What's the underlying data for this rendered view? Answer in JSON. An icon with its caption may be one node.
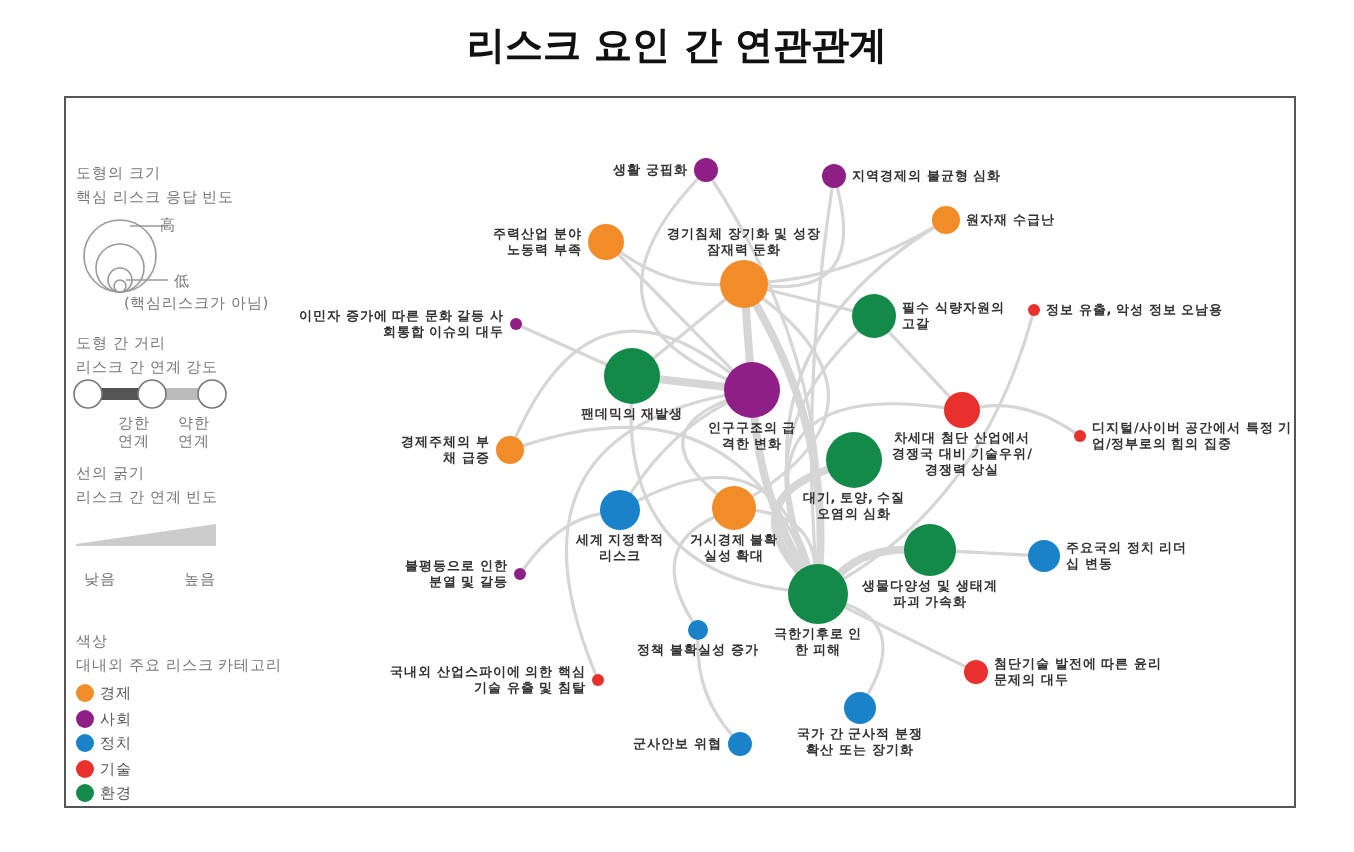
{
  "diagram": {
    "title": "리스크 요인 간 연관관계",
    "nodes": [
      {
        "text": [
          "생활 궁핍화"
        ]
      },
      {
        "text": [
          "지역경제의 불균형 심화"
        ]
      },
      {
        "text": [
          "주력산업 분야 노동력 부족"
        ]
      },
      {
        "text": [
          "경기침체 장기화 및 성장잠재력 둔화"
        ]
      },
      {
        "text": [
          "원자재 수급난"
        ]
      },
      {
        "text": [
          "이민자 증가에 따른 문화 갈등 사회통합 이슈의 대두"
        ]
      },
      {
        "text": [
          "필수 식량자원의 고갈"
        ]
      },
      {
        "text": [
          "정보 유출, 악성 정보 오남용"
        ]
      },
      {
        "text": [
          "팬데믹의 재발생"
        ]
      },
      {
        "text": [
          "인구구조의 급격한 변화"
        ]
      },
      {
        "text": [
          "경제주체의 부채 급증"
        ]
      },
      {
        "text": [
          "차세대 첨단 산업에서 경쟁국 대비 기술우위/경쟁력 상실"
        ]
      },
      {
        "text": [
          "디지털/사이버 공간에서 특정 기업/정부로의 힘의 집중"
        ]
      },
      {
        "text": [
          "대기, 토양, 수질 오염의 심화"
        ]
      },
      {
        "text": [
          "세계 지정학적 리스크"
        ]
      },
      {
        "text": [
          "거시경제 불확실성 확대"
        ]
      },
      {
        "text": [
          "불평등으로 인한 분열 및 갈등"
        ]
      },
      {
        "text": [
          "생물다양성 및 생태계 파괴 가속화"
        ]
      },
      {
        "text": [
          "주요국의 정치 리더십 변동"
        ]
      },
      {
        "text": [
          "극한기후로 인한 피해"
        ]
      },
      {
        "text": [
          "정책 불확실성 증가"
        ]
      },
      {
        "text": [
          "첨단기술 발전에 따른 윤리 문제의 대두"
        ]
      },
      {
        "text": [
          "국내외 산업스파이에 의한 핵심기술 유출 및 침탈"
        ]
      },
      {
        "text": [
          "국가 간 군사적 분쟁 확산 또는 장기화"
        ]
      },
      {
        "text": [
          "군사안보 위협"
        ]
      }
    ],
    "edges": [
      {
        "from": 0,
        "to": 9,
        "arrow": "none"
      },
      {
        "from": 0,
        "to": 19,
        "arrow": "none"
      },
      {
        "from": 1,
        "to": 3,
        "arrow": "none"
      },
      {
        "from": 1,
        "to": 19,
        "arrow": "none"
      },
      {
        "from": 2,
        "to": 3,
        "arrow": "none"
      },
      {
        "from": 2,
        "to": 9,
        "arrow": "none"
      },
      {
        "from": 3,
        "to": 9,
        "arrow": "none",
        "style": "thick"
      },
      {
        "from": 3,
        "to": 19,
        "arrow": "none",
        "style": "thick"
      },
      {
        "from": 3,
        "to": 6,
        "arrow": "none"
      },
      {
        "from": 3,
        "to": 15,
        "arrow": "none"
      },
      {
        "from": 4,
        "to": 3,
        "arrow": "none"
      },
      {
        "from": 4,
        "to": 19,
        "arrow": "none"
      },
      {
        "from": 5,
        "to": 8,
        "arrow": "none"
      },
      {
        "from": 6,
        "to": 19,
        "arrow": "none"
      },
      {
        "from": 6,
        "to": 11,
        "arrow": "none"
      },
      {
        "from": 7,
        "to": 19,
        "arrow": "none"
      },
      {
        "from": 8,
        "to": 9,
        "arrow": "none",
        "style": "thick"
      },
      {
        "from": 8,
        "to": 19,
        "arrow": "none"
      },
      {
        "from": 8,
        "to": 3,
        "arrow": "none"
      },
      {
        "from": 9,
        "to": 19,
        "arrow": "none",
        "style": "thick"
      },
      {
        "from": 9,
        "to": 15,
        "arrow": "none"
      },
      {
        "from": 10,
        "to": 9,
        "arrow": "none"
      },
      {
        "from": 10,
        "to": 19,
        "arrow": "none"
      },
      {
        "from": 11,
        "to": 19,
        "arrow": "none"
      },
      {
        "from": 11,
        "to": 12,
        "arrow": "none"
      },
      {
        "from": 13,
        "to": 19,
        "arrow": "none",
        "style": "thick"
      },
      {
        "from": 14,
        "to": 9,
        "arrow": "none"
      },
      {
        "from": 14,
        "to": 19,
        "arrow": "none"
      },
      {
        "from": 14,
        "to": 16,
        "arrow": "none"
      },
      {
        "from": 15,
        "to": 19,
        "arrow": "none"
      },
      {
        "from": 17,
        "to": 19,
        "arrow": "none",
        "style": "thick"
      },
      {
        "from": 17,
        "to": 18,
        "arrow": "none"
      },
      {
        "from": 19,
        "to": 21,
        "arrow": "none"
      },
      {
        "from": 19,
        "to": 23,
        "arrow": "none"
      },
      {
        "from": 20,
        "to": 15,
        "arrow": "none"
      },
      {
        "from": 20,
        "to": 24,
        "arrow": "none"
      },
      {
        "from": 22,
        "to": 9,
        "arrow": "none"
      }
    ],
    "labels": [
      "도형의 크기",
      "핵심 리스크 응답 빈도",
      "高",
      "低",
      "(핵심리스크가 아님)",
      "도형 간 거리",
      "리스크 간 연계 강도",
      "강한 연계",
      "약한 연계",
      "선의 굵기",
      "리스크 간 연계 빈도",
      "낮음",
      "높음",
      "색상",
      "대내외 주요 리스크 카테고리"
    ],
    "legend": [
      {
        "text": "경제",
        "color": "#f28c28"
      },
      {
        "text": "사회",
        "color": "#8e1f86"
      },
      {
        "text": "정치",
        "color": "#1a82c8"
      },
      {
        "text": "기술",
        "color": "#e8312d"
      },
      {
        "text": "환경",
        "color": "#138a48"
      }
    ]
  }
}
